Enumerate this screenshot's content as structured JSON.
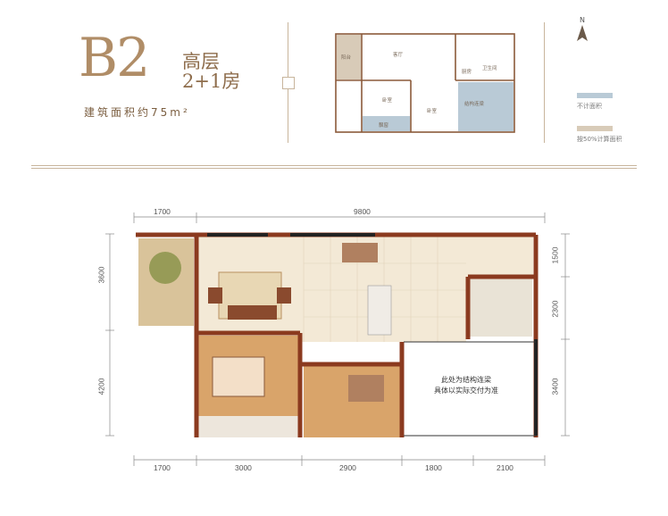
{
  "header": {
    "code": "B2",
    "floor_type": "高层",
    "room_config": "2+1房",
    "area_text": "建筑面积约75m²"
  },
  "compass": {
    "label": "N"
  },
  "legend": [
    {
      "label": "不计面积",
      "color": "#b9cad6"
    },
    {
      "label": "按50%计算面积",
      "color": "#d8cbb8"
    }
  ],
  "mini_plan_labels": {
    "balcony": "阳台",
    "living": "客厅",
    "kitchen": "厨房",
    "bathroom": "卫生间",
    "bedroom_1": "卧室",
    "bedroom_2": "卧室",
    "beam": "结构连梁",
    "bay": "飘窗"
  },
  "dimensions": {
    "top": [
      "1700",
      "9800"
    ],
    "bottom": [
      "1700",
      "3000",
      "2900",
      "1800",
      "2100"
    ],
    "left": [
      "3600",
      "4200"
    ],
    "right": [
      "1500",
      "2300",
      "3400"
    ]
  },
  "beam_note": [
    "此处为结构连梁",
    "具体以实际交付为准"
  ],
  "colors": {
    "accent": "#b08d67",
    "wall": "#8b3a1f",
    "floor_tile": "#f3e9d6",
    "floor_wood": "#d9a46a"
  }
}
